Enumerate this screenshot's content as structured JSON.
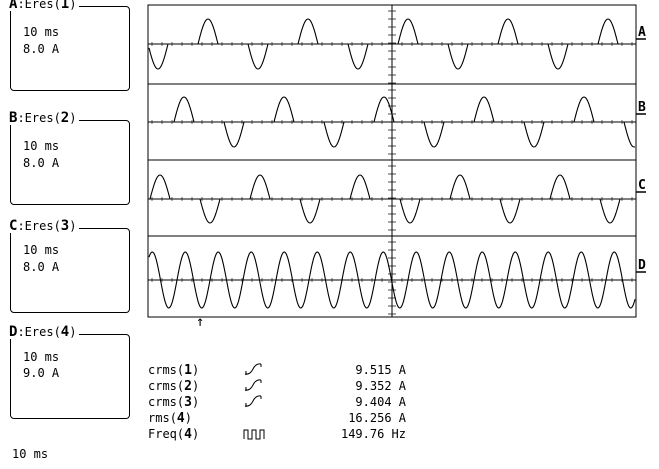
{
  "traces": [
    {
      "letter": "A",
      "name": ":Eres",
      "num": "1",
      "timebase": "10 ms",
      "scale": "8.0 A"
    },
    {
      "letter": "B",
      "name": ":Eres",
      "num": "2",
      "timebase": "10 ms",
      "scale": "8.0 A"
    },
    {
      "letter": "C",
      "name": ":Eres",
      "num": "3",
      "timebase": "10 ms",
      "scale": "8.0 A"
    },
    {
      "letter": "D",
      "name": ":Eres",
      "num": "4",
      "timebase": "10 ms",
      "scale": "9.0 A"
    }
  ],
  "footer_timebase": "10 ms",
  "cursor_arrow": "↑",
  "measurements": [
    {
      "label": "crms",
      "ch": "1",
      "icon": "sine-icon",
      "value": "9.515 A"
    },
    {
      "label": "crms",
      "ch": "2",
      "icon": "sine-icon",
      "value": "9.352 A"
    },
    {
      "label": "crms",
      "ch": "3",
      "icon": "sine-icon",
      "value": "9.404 A"
    },
    {
      "label": "rms",
      "ch": "4",
      "icon": "",
      "value": "16.256 A"
    },
    {
      "label": "Freq",
      "ch": "4",
      "icon": "square-wave-icon",
      "value": "149.76 Hz"
    }
  ]
}
